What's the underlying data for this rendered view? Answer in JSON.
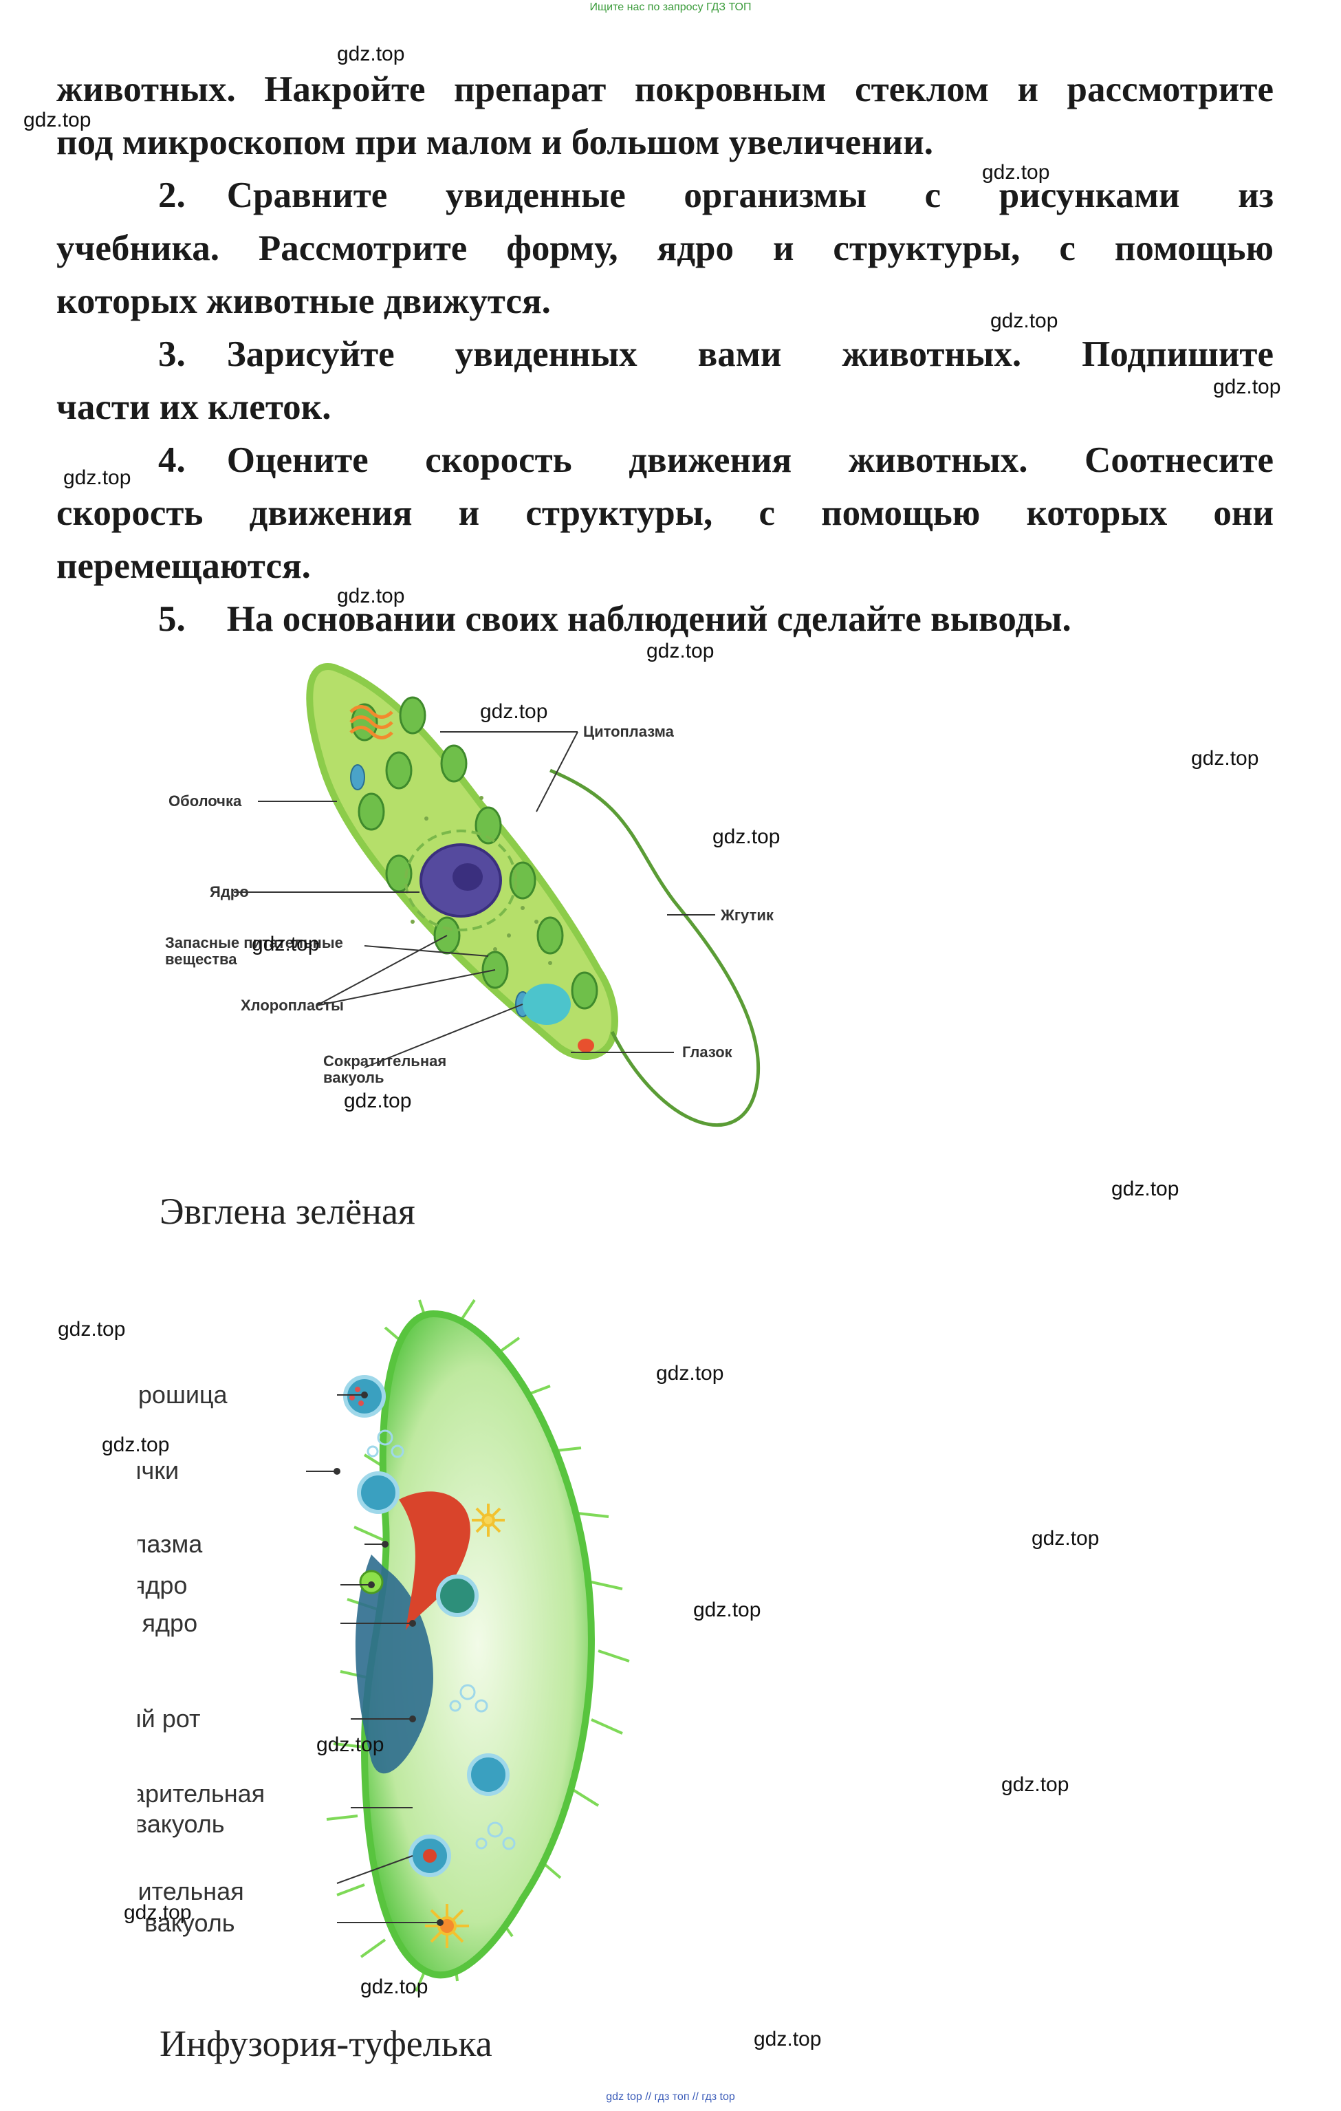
{
  "banner": "Ищите нас по запросу ГДЗ ТОП",
  "text": {
    "l1": "животных. Накройте препарат покровным стеклом и рассмотрите",
    "l2": "под микроскопом при малом и большом увеличении.",
    "n2": "2.",
    "l3": "Сравните увиденные организмы с рисунками из",
    "l4": "учебника. Рассмотрите форму, ядро и структуры, с помощью",
    "l5": "которых животные движутся.",
    "n3": "3.",
    "l6": "Зарисуйте увиденных вами животных. Подпишите",
    "l7": "части их клеток.",
    "n4": "4.",
    "l8": "Оцените скорость движения животных. Соотнесите",
    "l9": "скорость движения и структуры, с помощью которых они",
    "l10": "перемещаются.",
    "n5": "5.",
    "l11": "На основании своих наблюдений сделайте выводы."
  },
  "euglena": {
    "caption": "Эвглена зелёная",
    "labels": {
      "cytoplasm": "Цитоплазма",
      "membrane": "Оболочка",
      "nucleus": "Ядро",
      "reserve1": "Запасные питательные",
      "reserve2": "вещества",
      "chloroplasts": "Хлоропласты",
      "vacuole1": "Сократительная",
      "vacuole2": "вакуоль",
      "flagellum": "Жгутик",
      "eyespot": "Глазок"
    }
  },
  "paramecium": {
    "caption": "Инфузория-туфелька",
    "labels": {
      "anal_pore": "Порошица",
      "cilia": "Реснички",
      "cytoplasm": "Цитоплазма",
      "micronucleus": "Малое ядро",
      "macronucleus": "Большое ядро",
      "mouth": "Клеточный рот",
      "food_vac1": "Пищеварительная",
      "food_vac2": "вакуоль",
      "contr_vac1": "Сократительная",
      "contr_vac2": "вакуоль"
    }
  },
  "watermark": "gdz.top",
  "footer": "gdz top  //  гдз топ  //  гдз top",
  "colors": {
    "euglena_body": "#b5df6a",
    "chloroplast": "#6fbf4a",
    "nucleus": "#554a9e",
    "vacuole": "#4cc4cc",
    "paramecium_body": "#7ed957",
    "macronucleus": "#d9442b"
  }
}
